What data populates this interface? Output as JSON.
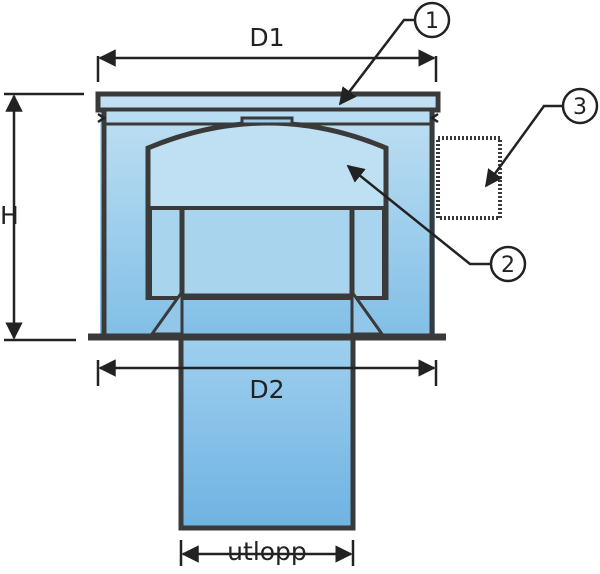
{
  "dimensions": {
    "d1": "D1",
    "d2": "D2",
    "h": "H",
    "outlet": "utlopp"
  },
  "callouts": [
    {
      "number": "1"
    },
    {
      "number": "2"
    },
    {
      "number": "3"
    }
  ],
  "colors": {
    "fill_top": "#b9dcf0",
    "fill_bottom": "#7fbde6",
    "outline": "#3a3a3a",
    "line": "#222222"
  }
}
